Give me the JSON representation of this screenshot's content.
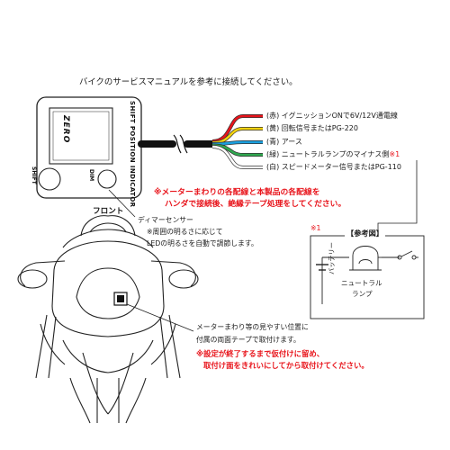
{
  "heading": "バイクのサービスマニュアルを参考に接続してください。",
  "device": {
    "logo": "ZERO",
    "side_label": "SHIFT POSITION INDICATOR",
    "shift_label": "SHIFT",
    "dim_label": "DIM"
  },
  "wires": [
    {
      "text": "(赤) イグニッションONで6V/12V通電線",
      "color": "#e8141b"
    },
    {
      "text": "(黄) 回転信号またはPG-220",
      "color": "#f2d20f"
    },
    {
      "text": "(青) アース",
      "color": "#1aa0e0"
    },
    {
      "text": "(緑) ニュートラルランプのマイナス側",
      "color": "#2fa84f",
      "note": "※1"
    },
    {
      "text": "(白) スピードメーター信号またはPG-110",
      "color": "#ffffff"
    }
  ],
  "warning": {
    "line1": "※メーターまわりの各配線と本製品の各配線を",
    "line2": "ハンダで接続後、絶縁テープ処理をしてください。"
  },
  "front_label": "フロント",
  "dimmer": {
    "title": "ディマーセンサー",
    "line1": "※周囲の明るさに応じて",
    "line2": "LEDの明るさを自動で調節します。"
  },
  "ref": {
    "mark": "※1",
    "title": "【参考図】",
    "battery": "バッテリー",
    "lamp_line1": "ニュートラル",
    "lamp_line2": "ランプ"
  },
  "mount": {
    "line1": "メーターまわり等の見やすい位置に",
    "line2": "付属の両面テープで取付けます。",
    "warn1": "※設定が終了するまで仮付けに留め、",
    "warn2": "取付け面をきれいにしてから取付けてください。"
  }
}
